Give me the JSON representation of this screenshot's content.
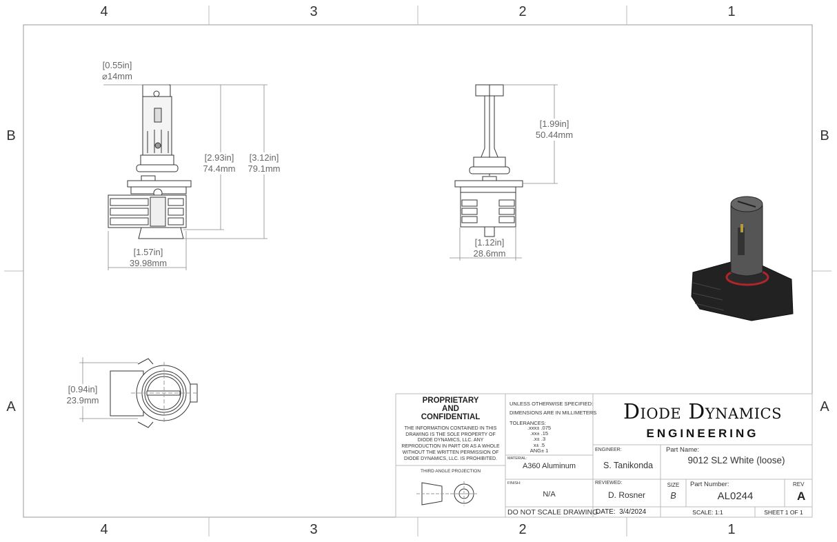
{
  "zones": {
    "columns": [
      "4",
      "3",
      "2",
      "1"
    ],
    "rows": [
      "B",
      "A"
    ]
  },
  "dimensions": {
    "front_diameter_in": "[0.55in]",
    "front_diameter_mm": "⌀14mm",
    "front_height1_in": "[2.93in]",
    "front_height1_mm": "74.4mm",
    "front_height2_in": "[3.12in]",
    "front_height2_mm": "79.1mm",
    "front_width_in": "[1.57in]",
    "front_width_mm": "39.98mm",
    "side_height_in": "[1.99in]",
    "side_height_mm": "50.44mm",
    "side_width_in": "[1.12in]",
    "side_width_mm": "28.6mm",
    "bottom_height_in": "[0.94in]",
    "bottom_height_mm": "23.9mm"
  },
  "title_block": {
    "proprietary_title": [
      "PROPRIETARY",
      "AND",
      "CONFIDENTIAL"
    ],
    "proprietary_text": [
      "THE INFORMATION CONTAINED IN THIS",
      "DRAWING IS THE SOLE PROPERTY OF",
      "DIODE DYNAMICS, LLC.  ANY",
      "REPRODUCTION IN PART OR AS A WHOLE",
      "WITHOUT THE WRITTEN PERMISSION OF",
      "DIODE DYNAMICS, LLC. IS PROHIBITED."
    ],
    "projection_label": "THIRD ANGLE PROJECTION",
    "unless_specified": "UNLESS OTHERWISE SPECIFIED:",
    "dimensions_units": "DIMENSIONS ARE IN MILLIMETERS",
    "tolerances_label": "TOLERANCES:",
    "tolerances": [
      ".xxx± .075",
      ".xx± .15",
      ".x± .3",
      "x± .5",
      "ANG± 1"
    ],
    "material_label": "MATERIAL:",
    "material": "A360 Aluminum",
    "finish_label": "FINISH:",
    "finish": "N/A",
    "do_not_scale": "DO NOT SCALE DRAWING",
    "company": "Diode Dynamics",
    "company_sub": "ENGINEERING",
    "engineer_label": "ENGINEER:",
    "engineer": "S. Tanikonda",
    "part_name_label": "Part Name:",
    "part_name": "9012 SL2 White (loose)",
    "reviewed_label": "REVIEWED:",
    "reviewer": "D. Rosner",
    "size_label": "SIZE",
    "size": "B",
    "part_number_label": "Part Number:",
    "part_number": "AL0244",
    "rev_label": "REV",
    "rev": "A",
    "date_label": "DATE:",
    "date": "3/4/2024",
    "scale": "SCALE: 1:1",
    "sheet": "SHEET 1 OF 1"
  },
  "colors": {
    "frame": "#999999",
    "part_dark": "#2a2a2a",
    "seal_ring": "#b0252a"
  }
}
